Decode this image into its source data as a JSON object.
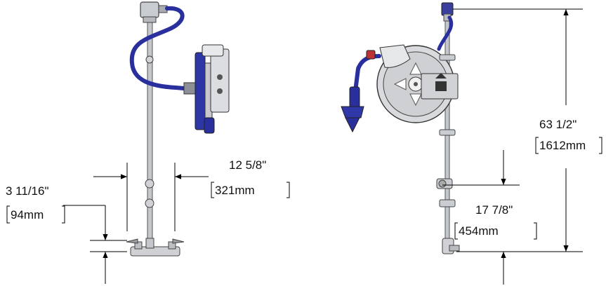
{
  "dimensions": {
    "left_width": {
      "imperial": "12 5/8\"",
      "metric": "321mm"
    },
    "left_height": {
      "imperial": "3 11/16\"",
      "metric": "94mm"
    },
    "right_total_height": {
      "imperial": "63 1/2\"",
      "metric": "1612mm"
    },
    "right_lower_height": {
      "imperial": "17 7/8\"",
      "metric": "454mm"
    }
  },
  "colors": {
    "hose": "#2a2f9e",
    "pipe": "#b9bcc2",
    "metal": "#d4d6da",
    "outline": "#333333",
    "dimension_line": "#000000"
  }
}
